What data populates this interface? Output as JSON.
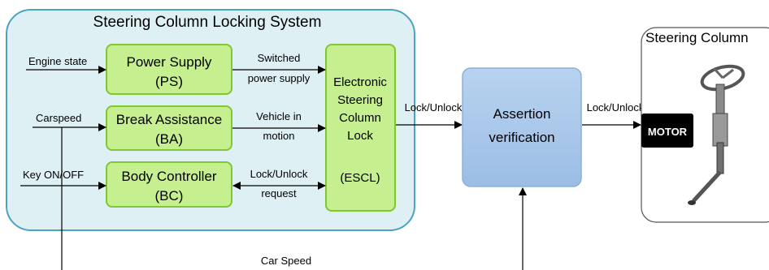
{
  "system": {
    "title": "Steering Column Locking System",
    "inputs": {
      "engine_state": "Engine state",
      "car_speed": "Carspeed",
      "key": "Key ON/OFF"
    },
    "modules": [
      {
        "line1": "Power Supply",
        "line2": "(PS)"
      },
      {
        "line1": "Break Assistance",
        "line2": "(BA)"
      },
      {
        "line1": "Body Controller",
        "line2": "(BC)"
      }
    ],
    "signals": [
      {
        "line1": "Switched",
        "line2": "power supply"
      },
      {
        "line1": "Vehicle in",
        "line2": "motion"
      },
      {
        "line1": "Lock/Unlock",
        "line2": "request"
      }
    ],
    "escl": {
      "line1": "Electronic",
      "line2": "Steering",
      "line3": "Column",
      "line4": "Lock",
      "line5": "(ESCL)"
    }
  },
  "assertion": {
    "line1": "Assertion",
    "line2": "verification"
  },
  "links": {
    "escl_to_assertion": "Lock/Unlock",
    "assertion_to_motor": "Lock/Unlock",
    "car_speed_feedback": "Car Speed"
  },
  "steering_column": {
    "title": "Steering Column",
    "motor_label": "MOTOR"
  },
  "colors": {
    "system_fill": "#dff0f5",
    "system_stroke": "#4aa3c0",
    "module_fill": "#c6ef8f",
    "module_stroke": "#7fc832",
    "assertion_fill": "#a8c8ea",
    "assertion_stroke": "#8db0d8",
    "motor_fill": "#000000"
  }
}
